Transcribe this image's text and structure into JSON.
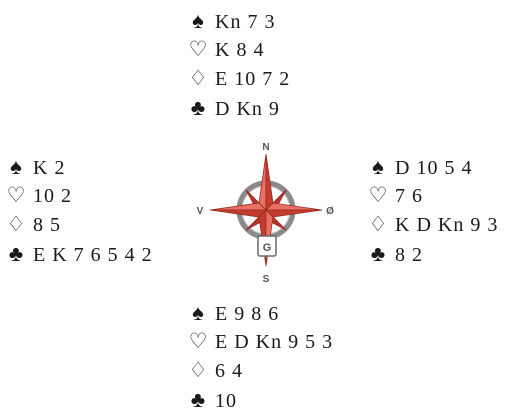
{
  "colors": {
    "compass_red": "#e05a4e",
    "compass_dark_red": "#b83428",
    "compass_ring": "#7a7a7a",
    "compass_label": "#555555"
  },
  "compass": {
    "north": "N",
    "south": "S",
    "west": "V",
    "east": "Ø",
    "center_badge": "G"
  },
  "suits": {
    "spades": "♠",
    "hearts": "♡",
    "diamonds": "♢",
    "clubs": "♣"
  },
  "hands": {
    "north": {
      "spades": "Kn 7 3",
      "hearts": "K 8 4",
      "diamonds": "E 10 7 2",
      "clubs": "D Kn 9"
    },
    "west": {
      "spades": "K 2",
      "hearts": "10 2",
      "diamonds": "8 5",
      "clubs": "E K 7 6 5 4 2"
    },
    "east": {
      "spades": "D 10 5 4",
      "hearts": "7 6",
      "diamonds": "K D Kn 9 3",
      "clubs": "8 2"
    },
    "south": {
      "spades": "E 9 8 6",
      "hearts": "E D Kn 9 5 3",
      "diamonds": "6 4",
      "clubs": "10"
    }
  }
}
